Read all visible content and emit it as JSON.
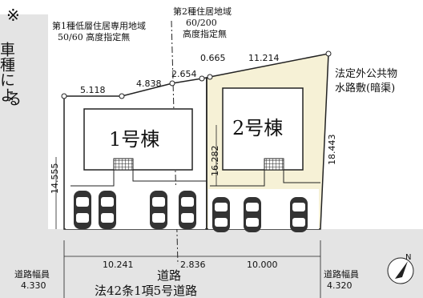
{
  "note": {
    "mark": "※",
    "text": "車種によ",
    "last": "る"
  },
  "zoning": {
    "left_line1": "第1種低層住居専用地域",
    "left_line2": "50/60 高度指定無",
    "right_line1": "第2種住居地域",
    "right_line2": "60/200",
    "right_line3": "高度指定無"
  },
  "dimensions": {
    "top_a": "5.118",
    "top_b": "4.838",
    "top_c": "2.654",
    "top_d": "0.665",
    "top_e": "11.214",
    "left_side": "14.555",
    "middle": "16.282",
    "right_side": "18.443",
    "bottom_a": "10.241",
    "bottom_b": "2.836",
    "bottom_c": "10.000"
  },
  "buildings": {
    "one": "1号棟",
    "two": "2号棟"
  },
  "public_property": {
    "line1": "法定外公共物",
    "line2": "水路敷(暗渠)"
  },
  "road": {
    "left_width_label": "道路幅員",
    "left_width_value": "4.330",
    "right_width_label": "道路幅員",
    "right_width_value": "4.320",
    "name_line1": "道路",
    "name_line2": "法42条1項5号道路"
  },
  "compass": {
    "north_label": "N"
  },
  "colors": {
    "road": "#e4e4e4",
    "lot_left": "#ffffff",
    "lot_right": "#f6f1d6",
    "parking": "#ffffff",
    "border": "#222222",
    "car": "#333333"
  }
}
